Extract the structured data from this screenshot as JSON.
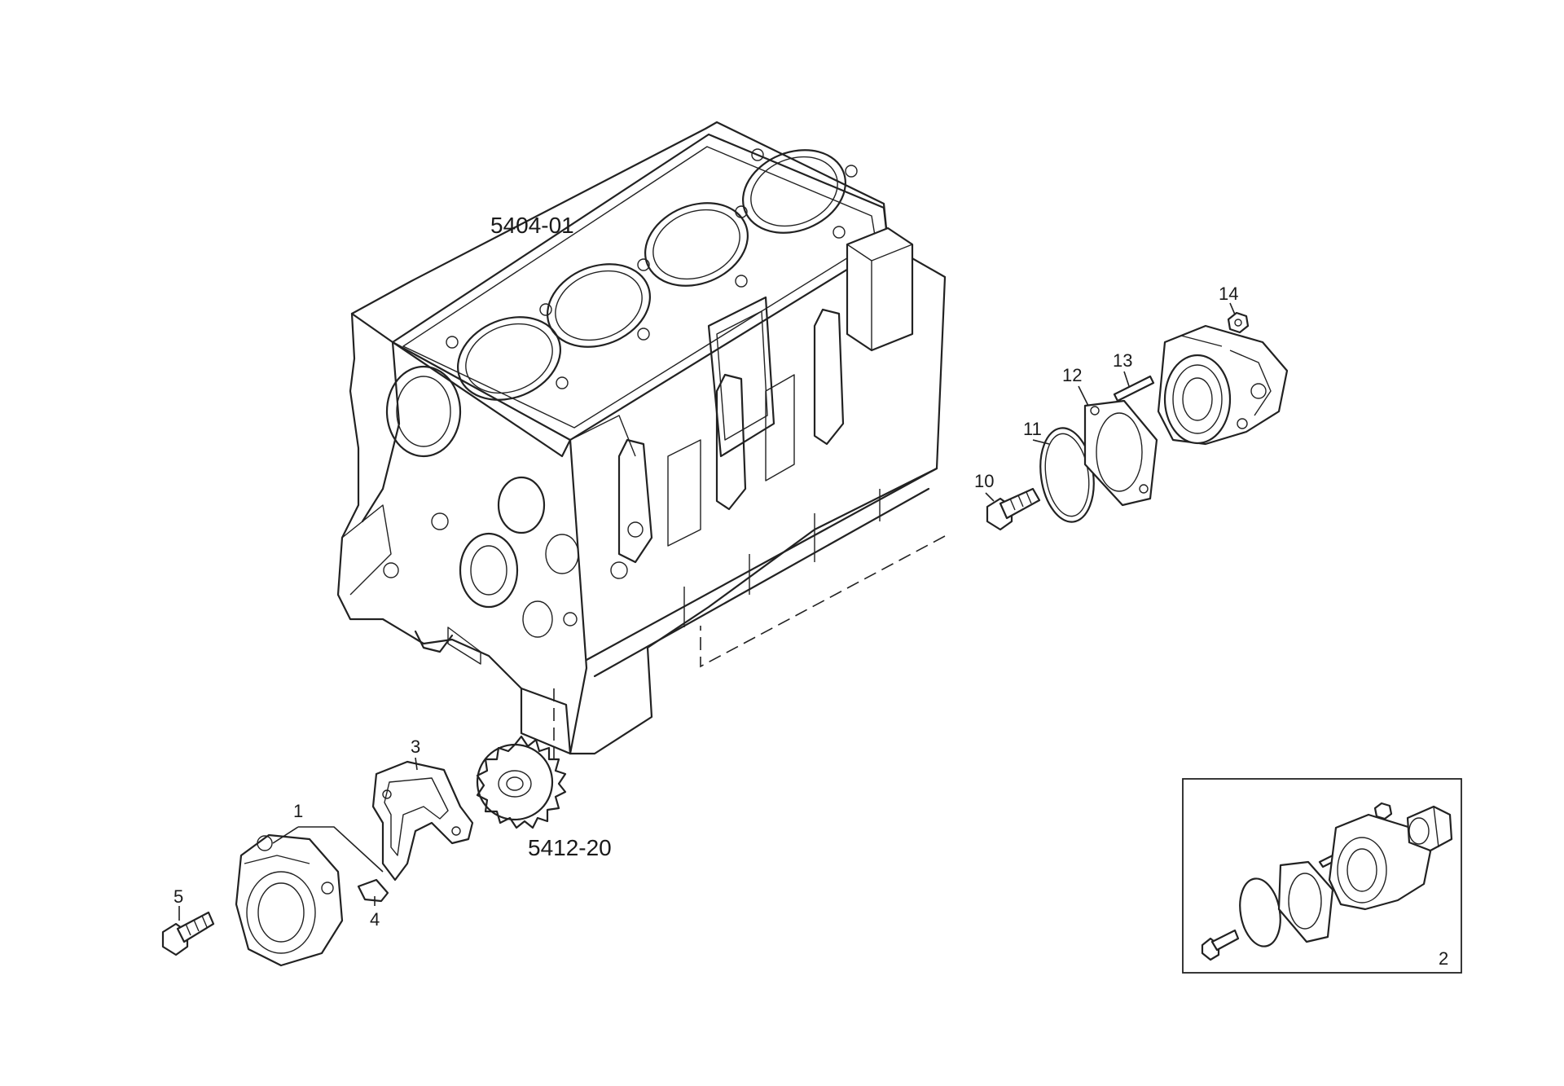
{
  "labels": {
    "block": "5404-01",
    "sprocket": "5412-20",
    "l1": "1",
    "l2": "2",
    "l3": "3",
    "l4": "4",
    "l5": "5",
    "l10": "10",
    "l11": "11",
    "l12": "12",
    "l13": "13",
    "l14": "14"
  }
}
